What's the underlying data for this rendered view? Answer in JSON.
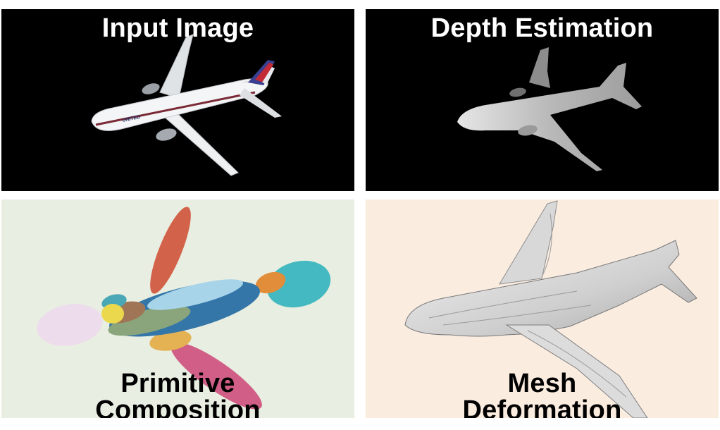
{
  "panels": {
    "input": {
      "title": "Input Image",
      "bg": "#000000",
      "livery_text": "UNITED"
    },
    "depth": {
      "title": "Depth Estimation",
      "bg": "#000000"
    },
    "primitive": {
      "title_line1": "Primitive",
      "title_line2": "Composition",
      "bg": "#e8eee1"
    },
    "mesh": {
      "title_line1": "Mesh",
      "title_line2": "Deformation",
      "bg": "#fbece0"
    }
  }
}
